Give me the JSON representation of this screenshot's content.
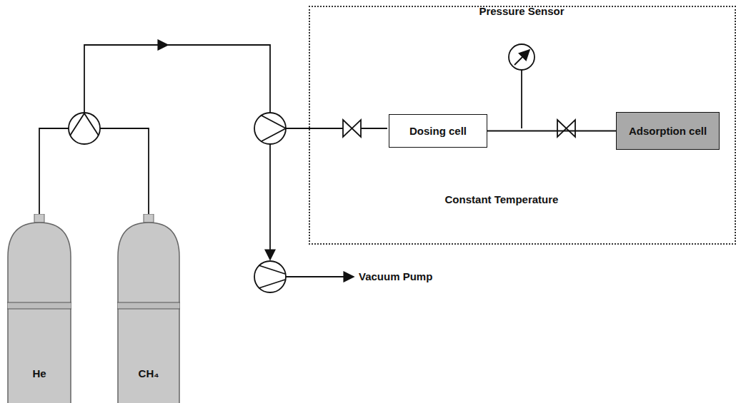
{
  "diagram": {
    "nodes": [
      {
        "text": [
          "Constant Temperature"
        ]
      },
      {
        "text": [
          "Dosing cell"
        ],
        "in": 0
      },
      {
        "text": [
          "Adsorption cell"
        ],
        "in": 0
      },
      {
        "text": [
          "He"
        ]
      },
      {
        "text": [
          "CH₄"
        ]
      }
    ],
    "edges": [
      {
        "from": 1,
        "to": 2,
        "arrow": "none"
      }
    ],
    "labels": [
      "Pressure Sensor",
      "Vacuum Pump"
    ]
  }
}
